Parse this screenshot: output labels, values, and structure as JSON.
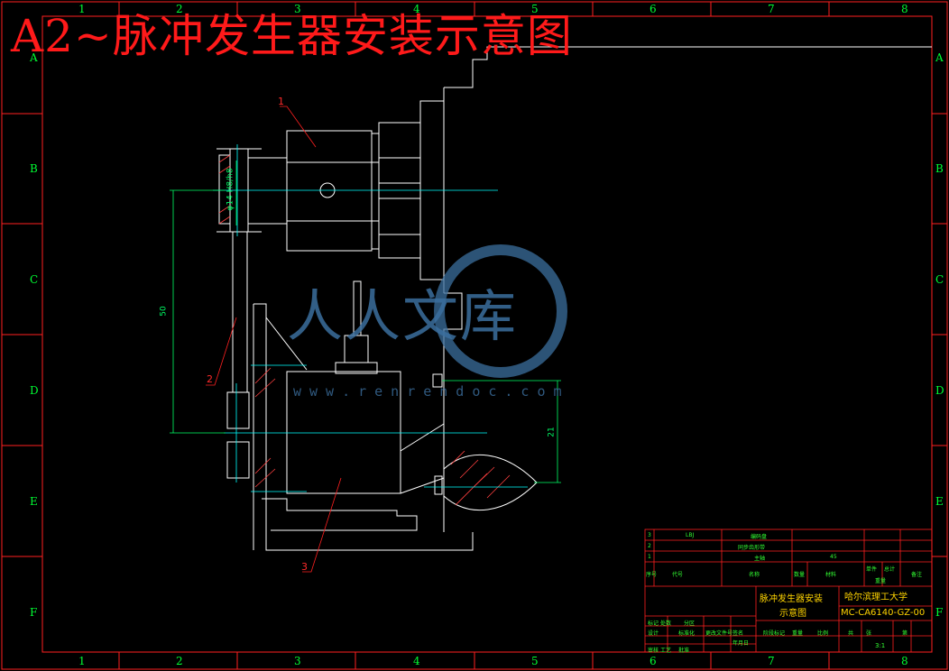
{
  "drawing": {
    "title": "A2~脉冲发生器安装示意图",
    "colors": {
      "frame": "#ff2020",
      "part": "#ffffff",
      "center": "#00ffff",
      "leader": "#ff2020",
      "dim": "#00ff66",
      "text": "#33ff33",
      "watermark": "#3b6f9e"
    }
  },
  "zones": {
    "columns": [
      "1",
      "2",
      "3",
      "4",
      "5",
      "6",
      "7",
      "8"
    ],
    "rows": [
      "A",
      "B",
      "C",
      "D",
      "E",
      "F"
    ]
  },
  "labels": {
    "part1": "1",
    "part2": "2",
    "part3": "3"
  },
  "dimensions": {
    "fit": "φ14 H8/h8",
    "vertical": "50",
    "offset": "21"
  },
  "watermark": {
    "brand": "人人文库",
    "url": "www.renrendoc.com"
  },
  "title_block": {
    "drawing_name_line1": "脉冲发生器安装",
    "drawing_name_line2": "示意图",
    "school": "哈尔滨理工大学",
    "drawing_number": "MC-CA6140-GZ-00",
    "scale": "3:1",
    "row_labels": [
      "序号",
      "代号",
      "名称",
      "数量",
      "材料",
      "单件",
      "总计",
      "重量",
      "备注"
    ],
    "parts_rows": [
      {
        "no": "3",
        "code": "LBJ",
        "name": "编码盘"
      },
      {
        "no": "2",
        "code": "",
        "name": "同步齿形带"
      },
      {
        "no": "1",
        "code": "",
        "name": "主轴",
        "material": "45"
      }
    ],
    "sign_labels": [
      "标记",
      "处数",
      "分区",
      "更改文件号",
      "签名",
      "年月日",
      "设计",
      "标准化",
      "阶段标记",
      "重量",
      "比例",
      "审核",
      "工艺",
      "批准",
      "共",
      "张",
      "第"
    ]
  }
}
